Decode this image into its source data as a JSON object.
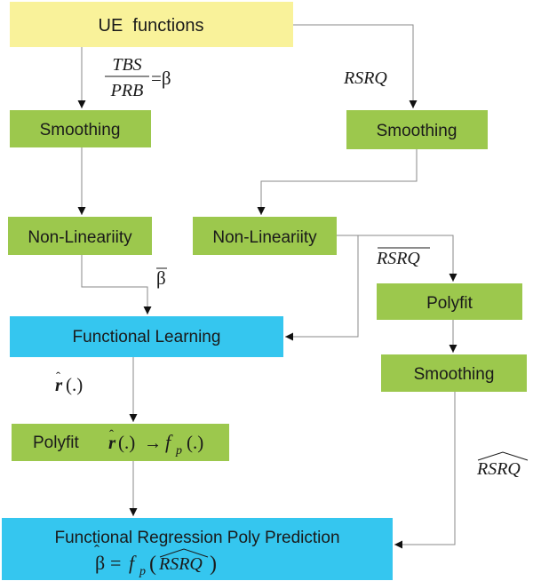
{
  "colors": {
    "yellow": "#f9f29a",
    "green": "#9cc84d",
    "blue": "#35c6ef",
    "line": "#8a8a8a"
  },
  "nodes": {
    "ue_functions": "UE  functions",
    "smoothing_left": "Smoothing",
    "smoothing_right": "Smoothing",
    "nonlinearity_left": "Non-Lineariity",
    "nonlinearity_right": "Non-Lineariity",
    "polyfit_right": "Polyfit",
    "smoothing_bottom": "Smoothing",
    "functional_learning": "Functional Learning",
    "polyfit_left_label": "Polyfit",
    "functional_regression": "Functional Regression Poly Prediction"
  },
  "labels": {
    "tbs": "TBS",
    "prb": "PRB",
    "equals_beta": "=β",
    "rsrq": "RSRQ",
    "beta_bar": "β",
    "rsrq_bar": "RSRQ",
    "r_hat": "r",
    "paren_dot": "(.)",
    "arrow": "→",
    "f": "f",
    "p": "p",
    "rsrq_hat": "RSRQ",
    "beta_hat": "β",
    "eq": "=",
    "open_paren": "(",
    "close_paren": ")"
  }
}
